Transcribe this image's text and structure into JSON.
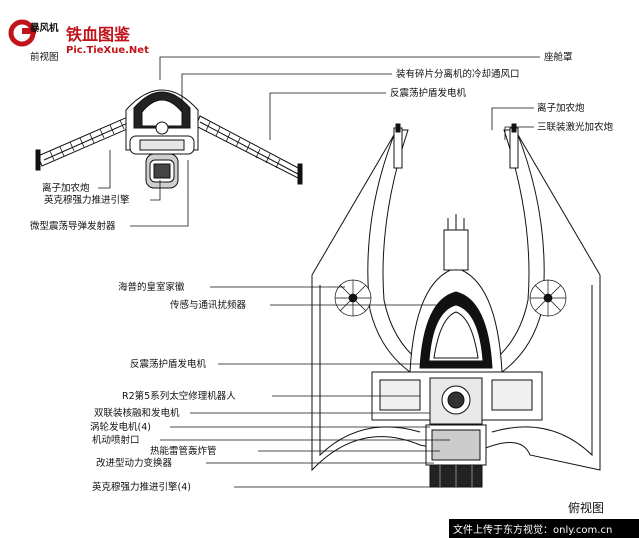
{
  "watermark": {
    "site_name": "铁血图鉴",
    "site_url": "Pic.TieXue.Net",
    "brand_color": "#c0141a"
  },
  "top_left_title": {
    "line1": "暴风机",
    "line2": "前视图"
  },
  "bottom_view_title": "俯视图",
  "footer_bar": {
    "text": "文件上传于东方视觉：only.com.cn",
    "background": "#000000"
  },
  "callouts": [
    {
      "id": "cockpit-canopy",
      "text": "座舱罩"
    },
    {
      "id": "cooling-vent",
      "text": "装有碎片分离机的冷却通风口"
    },
    {
      "id": "shield-generator-top",
      "text": "反震荡护盾发电机"
    },
    {
      "id": "ion-cannon-right",
      "text": "离子加农炮"
    },
    {
      "id": "triple-laser-cannon",
      "text": "三联装激光加农炮"
    },
    {
      "id": "ion-cannon-left",
      "text": "离子加农炮"
    },
    {
      "id": "engine-front",
      "text": "英克穆强力推进引擎"
    },
    {
      "id": "micro-missile-launcher",
      "text": "微型震荡导弹发射器"
    },
    {
      "id": "hapes-royal-crest",
      "text": "海普的皇室家徽"
    },
    {
      "id": "sensor-jammer",
      "text": "传感与通讯扰频器"
    },
    {
      "id": "shield-generator-mid",
      "text": "反震荡护盾发电机"
    },
    {
      "id": "r2-droid",
      "text": "R2第5系列太空修理机器人"
    },
    {
      "id": "fusion-generator",
      "text": "双联装核融和发电机"
    },
    {
      "id": "turbo-generator",
      "text": "涡轮发电机(4)"
    },
    {
      "id": "maneuver-jets",
      "text": "机动喷射口"
    },
    {
      "id": "thermal-torpedo-tube",
      "text": "热能雷管轰炸管"
    },
    {
      "id": "power-converter",
      "text": "改进型动力变换器"
    },
    {
      "id": "engine-rear",
      "text": "英克穆强力推进引擎(4)"
    }
  ]
}
